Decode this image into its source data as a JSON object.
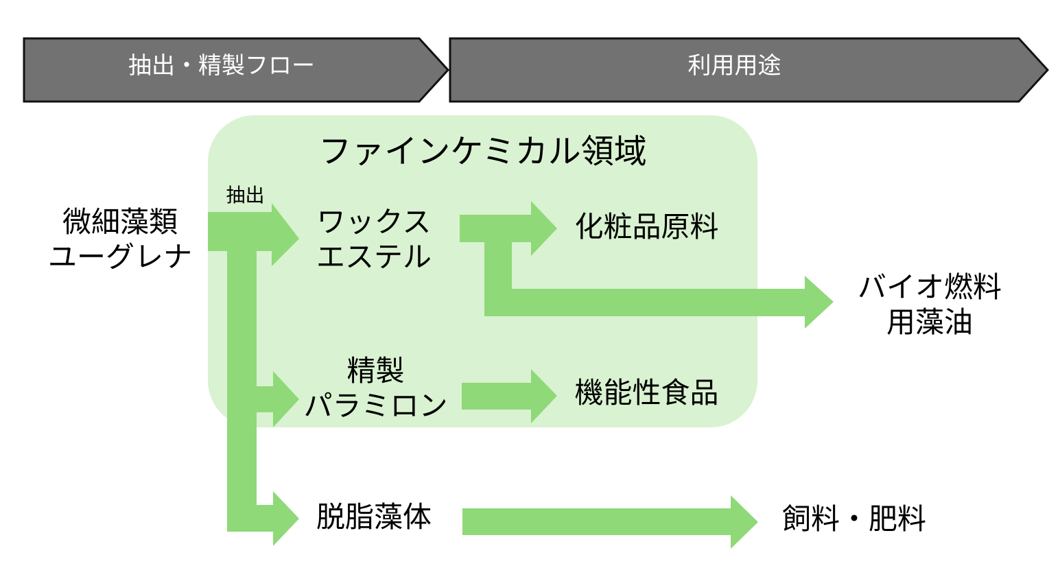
{
  "colors": {
    "header_fill": "#727272",
    "header_stroke": "#111111",
    "region_fill": "#d9f2d1",
    "arrow_fill": "#8fd978",
    "text": "#000000",
    "header_text": "#ffffff"
  },
  "header": {
    "left": "抽出・精製フロー",
    "right": "利用用途"
  },
  "region": {
    "title": "ファインケミカル領域"
  },
  "nodes": {
    "source": [
      "微細藻類",
      "ユーグレナ"
    ],
    "extraction_label": "抽出",
    "wax_ester": [
      "ワックス",
      "エステル"
    ],
    "paramylon": [
      "精製",
      "パラミロン"
    ],
    "defatted": "脱脂藻体",
    "cosmetics": "化粧品原料",
    "biofuel": [
      "バイオ燃料",
      "用藻油"
    ],
    "functional_food": "機能性食品",
    "feed_fertilizer": "飼料・肥料"
  }
}
